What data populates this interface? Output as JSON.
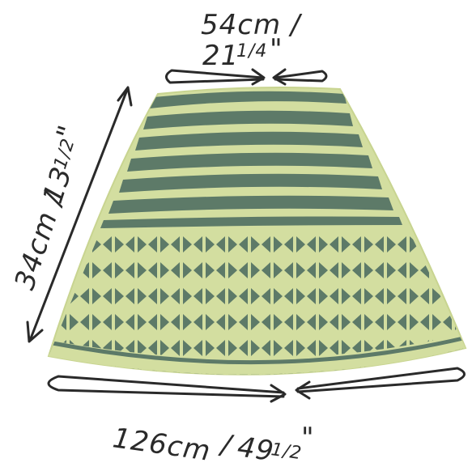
{
  "measurements": {
    "top_width_cm": "54cm /",
    "top_width_in": "21",
    "top_width_in_frac": "1/4",
    "top_width_in_mark": "\"",
    "length_cm": "34cm /",
    "length_in": "13",
    "length_in_frac": "1/2",
    "length_in_mark": "\"",
    "hem_width_cm": "126cm",
    "hem_width_sep": "/",
    "hem_width_in": "49",
    "hem_width_in_frac": "1/2",
    "hem_width_in_mark": "\""
  },
  "colors": {
    "knit_green_dark": "#5d7a68",
    "knit_green_light": "#d3dea0",
    "ink": "#2a2a2a"
  },
  "sections": {
    "upper_pattern": "horizontal-stripes",
    "lower_pattern": "chevron-herringbone"
  }
}
